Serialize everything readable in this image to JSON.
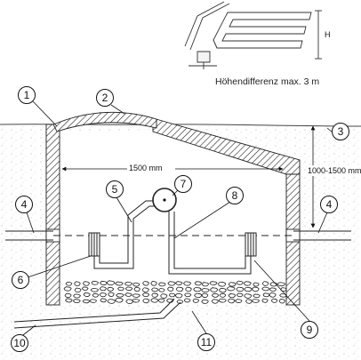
{
  "inset": {
    "caption": "Höhendifferenz max. 3 m",
    "height_label": "H"
  },
  "dimensions": {
    "width": "1500 mm",
    "depth": "1000-1500 mm"
  },
  "callouts": [
    "1",
    "2",
    "3",
    "4",
    "4",
    "5",
    "6",
    "7",
    "8",
    "9",
    "10",
    "11"
  ]
}
